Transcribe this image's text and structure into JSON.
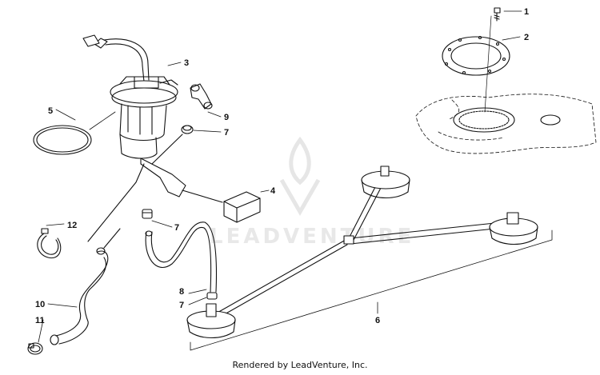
{
  "callouts": [
    "1",
    "2",
    "3",
    "4",
    "5",
    "6",
    "7",
    "7",
    "7",
    "8",
    "9",
    "10",
    "11",
    "12"
  ],
  "watermark": "LEADVENTURE",
  "footer": "Rendered by LeadVenture, Inc."
}
